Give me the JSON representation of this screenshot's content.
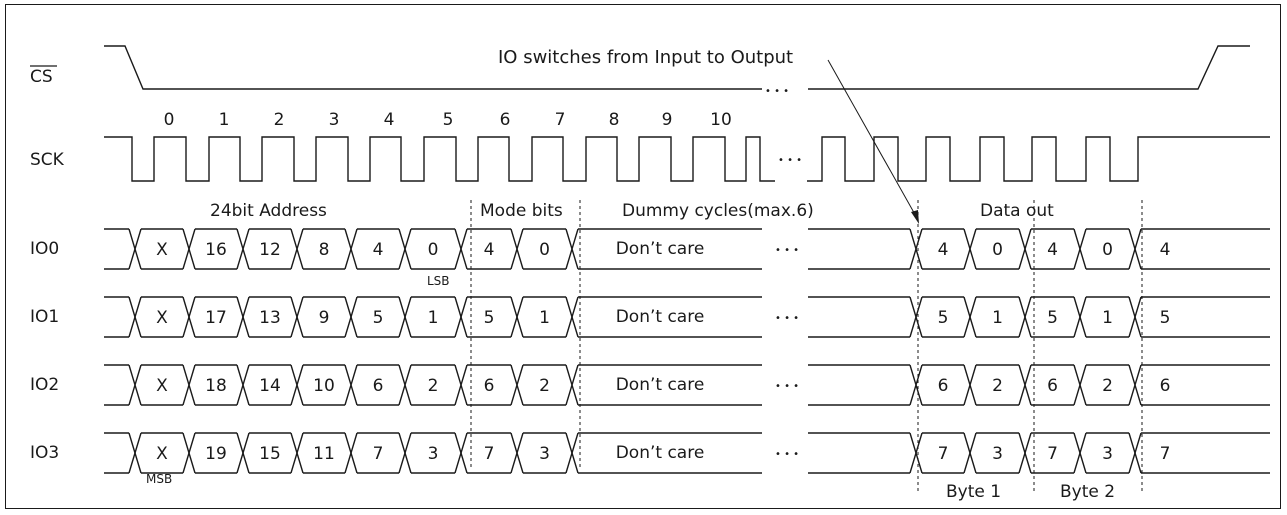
{
  "title": "",
  "annotation": "IO switches from Input to Output",
  "signals": {
    "cs": "CS",
    "sck": "SCK",
    "io": [
      "IO0",
      "IO1",
      "IO2",
      "IO3"
    ]
  },
  "clock_numbers": [
    "0",
    "1",
    "2",
    "3",
    "4",
    "5",
    "6",
    "7",
    "8",
    "9",
    "10"
  ],
  "ellipsis": "• • •",
  "phases": {
    "address": "24bit Address",
    "mode": "Mode bits",
    "dummy": "Dummy cycles(max.6)",
    "data": "Data out"
  },
  "dont_care": "Don’t care",
  "lsb": "LSB",
  "msb": "MSB",
  "bytes": [
    "Byte 1",
    "Byte 2"
  ],
  "bus_values": [
    {
      "address": [
        "X",
        "16",
        "12",
        "8",
        "4",
        "0"
      ],
      "mode": [
        "4",
        "0"
      ],
      "data": [
        "4",
        "0",
        "4",
        "0",
        "4"
      ]
    },
    {
      "address": [
        "X",
        "17",
        "13",
        "9",
        "5",
        "1"
      ],
      "mode": [
        "5",
        "1"
      ],
      "data": [
        "5",
        "1",
        "5",
        "1",
        "5"
      ]
    },
    {
      "address": [
        "X",
        "18",
        "14",
        "10",
        "6",
        "2"
      ],
      "mode": [
        "6",
        "2"
      ],
      "data": [
        "6",
        "2",
        "6",
        "2",
        "6"
      ]
    },
    {
      "address": [
        "X",
        "19",
        "15",
        "11",
        "7",
        "3"
      ],
      "mode": [
        "7",
        "3"
      ],
      "data": [
        "7",
        "3",
        "7",
        "3",
        "7"
      ]
    }
  ]
}
